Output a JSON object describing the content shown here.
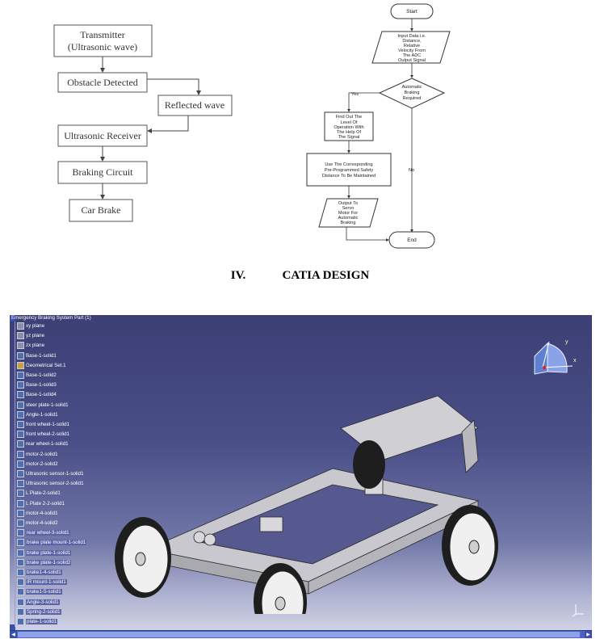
{
  "block_diagram": {
    "transmitter": [
      "Transmitter",
      "(Ultrasonic wave)"
    ],
    "obstacle": "Obstacle Detected",
    "reflected": "Reflected wave",
    "receiver": "Ultrasonic Receiver",
    "braking": "Braking Circuit",
    "car_brake": "Car Brake"
  },
  "flowchart": {
    "start": "Start",
    "input": [
      "Input Data i.e.",
      "Distance,",
      "Relative",
      "Velocity From",
      "The ADC",
      "Output Signal"
    ],
    "decision": [
      "Automatic",
      "Braking",
      "Required"
    ],
    "yes": "Yes",
    "no": "No",
    "find": [
      "Find Out The",
      "Level Of",
      "Operation With",
      "The Help Of",
      "The Signal"
    ],
    "use": [
      "Use The Corresponding",
      "Pre-Programmed Safety",
      "Distance To Be Maintained"
    ],
    "output": [
      "Output To",
      "Servo",
      "Motor For",
      "Automatic",
      "Braking"
    ],
    "end": "End"
  },
  "section": {
    "number": "IV.",
    "title": "CATIA DESIGN"
  },
  "catia": {
    "root": "Emergency Braking System Part (1)",
    "items": [
      {
        "label": "xy plane",
        "icon": "plane-icon"
      },
      {
        "label": "yz plane",
        "icon": "plane-icon"
      },
      {
        "label": "zx plane",
        "icon": "plane-icon"
      },
      {
        "label": "Base-1-solid1",
        "icon": "body-icon"
      },
      {
        "label": "Geometrical Set.1",
        "icon": "geometrical-set-icon"
      },
      {
        "label": "Base-1-solid2",
        "icon": "body-icon"
      },
      {
        "label": "Base-1-solid3",
        "icon": "body-icon"
      },
      {
        "label": "Base-1-solid4",
        "icon": "body-icon"
      },
      {
        "label": "steer plate-1-solid1",
        "icon": "body-icon"
      },
      {
        "label": "Angle-1-solid1",
        "icon": "body-icon"
      },
      {
        "label": "front wheel-1-solid1",
        "icon": "body-icon"
      },
      {
        "label": "front wheel-2-solid1",
        "icon": "body-icon"
      },
      {
        "label": "rear wheel-1-solid1",
        "icon": "body-icon"
      },
      {
        "label": "motor-2-solid1",
        "icon": "body-icon"
      },
      {
        "label": "motor-2-solid2",
        "icon": "body-icon"
      },
      {
        "label": "Ultrasonic sensor-1-solid1",
        "icon": "body-icon"
      },
      {
        "label": "Ultrasonic sensor-2-solid1",
        "icon": "body-icon"
      },
      {
        "label": "L Plate-2-solid1",
        "icon": "body-icon"
      },
      {
        "label": "L Plate 2-2-solid1",
        "icon": "body-icon"
      },
      {
        "label": "motor-4-solid1",
        "icon": "body-icon"
      },
      {
        "label": "motor-4-solid2",
        "icon": "body-icon"
      },
      {
        "label": "rear wheel-3-solid1",
        "icon": "body-icon"
      },
      {
        "label": "brake plate mount-1-solid1",
        "icon": "body-icon"
      },
      {
        "label": "brake plate-1-solid1",
        "icon": "body-icon"
      },
      {
        "label": "brake plate-1-solid2",
        "icon": "body-icon"
      },
      {
        "label": "brake1-4-solid1",
        "icon": "body-icon"
      },
      {
        "label": "IR mount-1-solid1",
        "icon": "body-icon"
      },
      {
        "label": "brake1-5-solid1",
        "icon": "body-icon"
      },
      {
        "label": "Angle-3-solid1",
        "icon": "body-icon"
      },
      {
        "label": "Spring-2-solid1",
        "icon": "body-icon"
      },
      {
        "label": "plate-1-solid1",
        "icon": "body-icon"
      }
    ],
    "compass": {
      "x": "x",
      "y": "y"
    }
  }
}
